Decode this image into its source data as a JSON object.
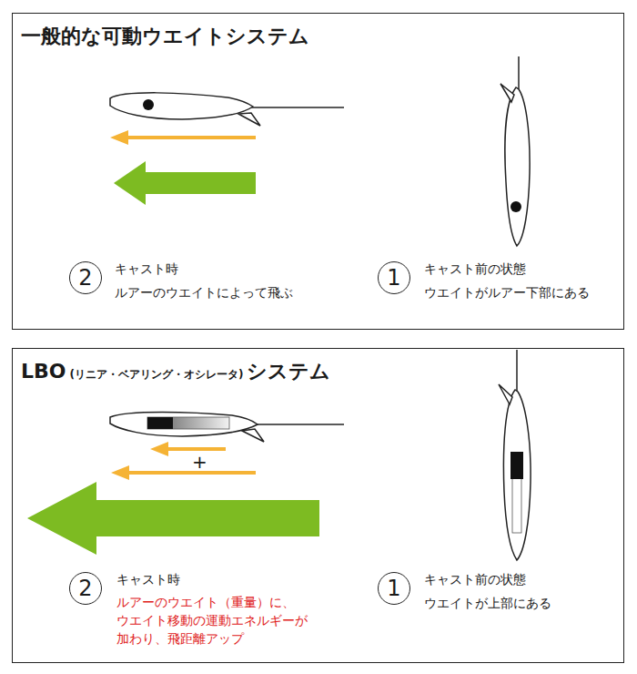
{
  "diagram": {
    "nodes": [
      {
        "text": [
          "一般的な可動ウエイトシステム"
        ]
      },
      {
        "text": [
          "2"
        ],
        "in": 0
      },
      {
        "text": [
          "1"
        ],
        "in": 0
      },
      {
        "text": [
          "LBO",
          "(リニア・ベアリング・オシレータ)",
          "システム"
        ]
      },
      {
        "text": [
          "2"
        ],
        "in": 3
      },
      {
        "text": [
          "1"
        ],
        "in": 3
      }
    ],
    "labels": [
      "キャスト時",
      "ルアーのウエイトによって飛ぶ",
      "キャスト前の状態",
      "ウエイトがルアー下部にある",
      "+",
      "キャスト時",
      "ルアーのウエイト（重量）に、 ウエイト移動の運動エネルギーが 加わり、飛距離アップ",
      "キャスト前の状態",
      "ウエイトが上部にある"
    ]
  }
}
